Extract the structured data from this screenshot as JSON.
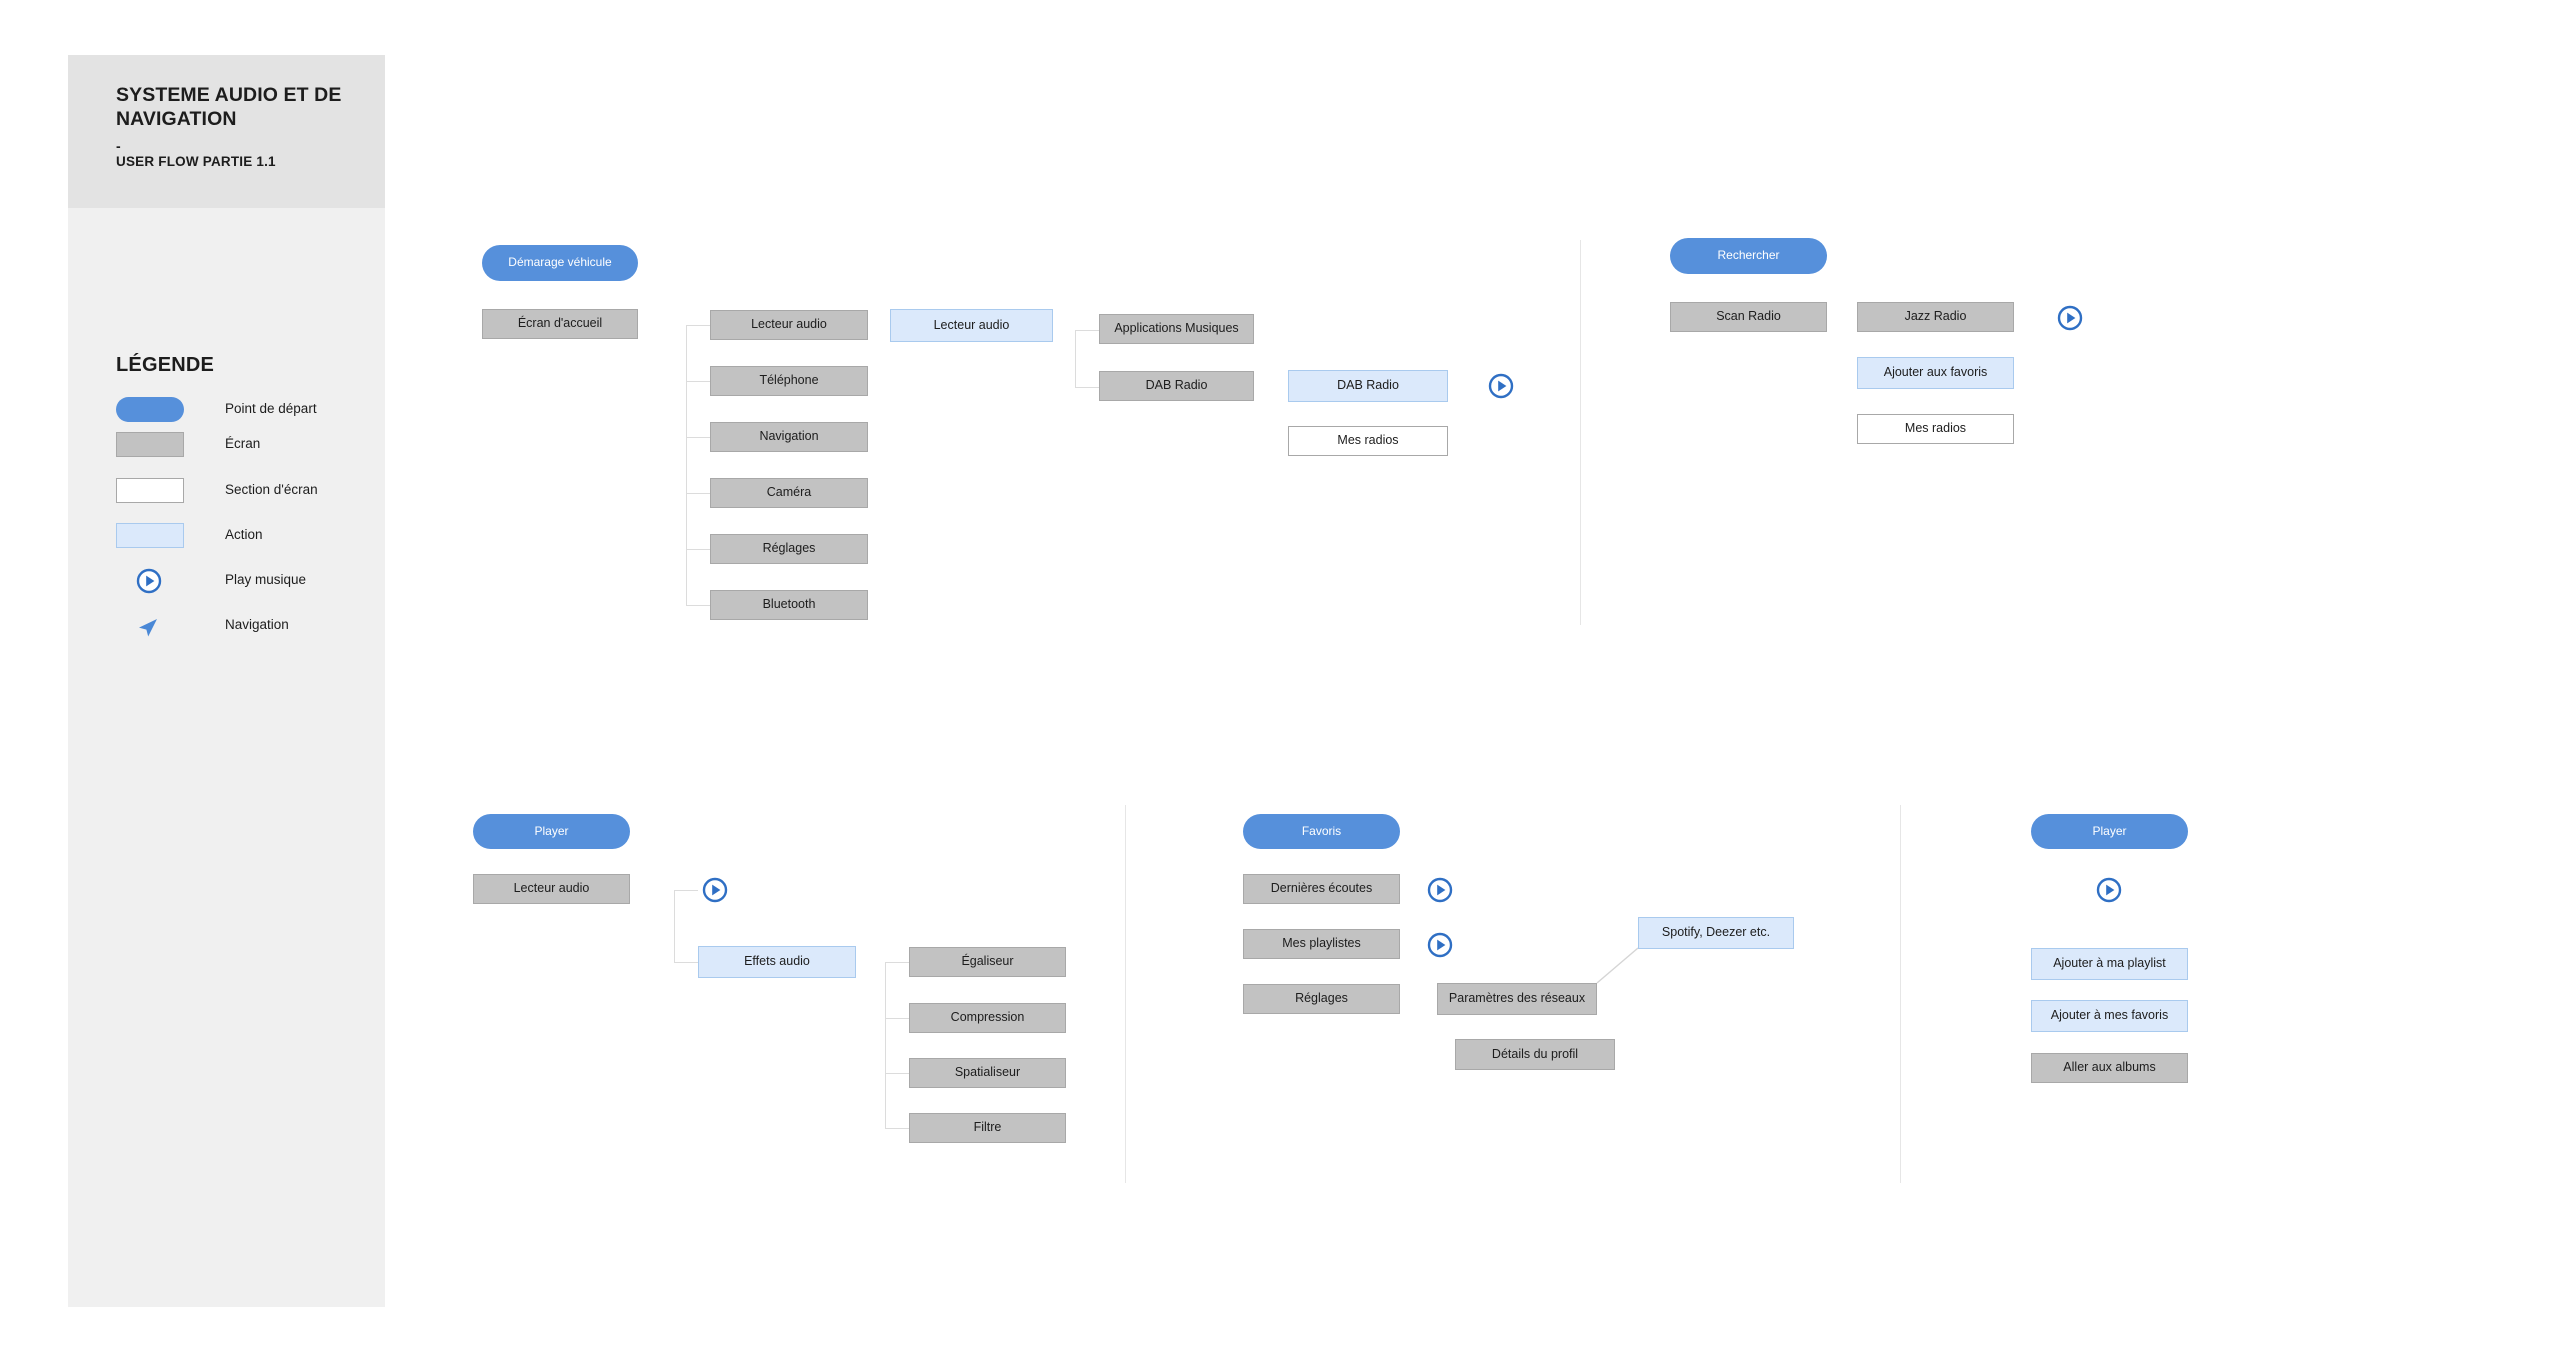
{
  "sidebar": {
    "title": "SYSTEME AUDIO ET DE NAVIGATION",
    "dash": "-",
    "subtitle": "USER FLOW PARTIE 1.1",
    "legend_title": "LÉGENDE",
    "legend": [
      {
        "label": "Point de départ",
        "swatch": "start-pill",
        "color": "#5690db"
      },
      {
        "label": "Écran",
        "swatch": "screen-box",
        "color": "#c2c2c2"
      },
      {
        "label": "Section d'écran",
        "swatch": "section-box",
        "color": "#ffffff"
      },
      {
        "label": "Action",
        "swatch": "action-box",
        "color": "#dbe9fb"
      },
      {
        "label": "Play musique",
        "swatch": "play-icon",
        "color": "#2f6fc4"
      },
      {
        "label": "Navigation",
        "swatch": "navigation-icon",
        "color": "#4a88d6"
      }
    ]
  },
  "flows": [
    {
      "name": "demarrage-vehicule",
      "start": "Démarage véhicule",
      "root": "Écran d'accueil",
      "menu": [
        "Lecteur audio",
        "Téléphone",
        "Navigation",
        "Caméra",
        "Réglages",
        "Bluetooth"
      ],
      "action": "Lecteur audio",
      "branch": [
        "Applications Musiques",
        "DAB Radio"
      ],
      "radio_action": "DAB Radio",
      "radio_section": "Mes radios"
    },
    {
      "name": "rechercher",
      "start": "Rechercher",
      "scan": "Scan Radio",
      "station": "Jazz Radio",
      "favorite_action": "Ajouter aux favoris",
      "section": "Mes radios"
    },
    {
      "name": "player-effets",
      "start": "Player",
      "root": "Lecteur audio",
      "action": "Effets audio",
      "effects": [
        "Égaliseur",
        "Compression",
        "Spatialiseur",
        "Filtre"
      ]
    },
    {
      "name": "favoris",
      "start": "Favoris",
      "items": [
        "Dernières écoutes",
        "Mes playlistes",
        "Réglages"
      ],
      "settings": [
        "Paramètres des réseaux",
        "Détails du profil"
      ],
      "services_action": "Spotify, Deezer etc."
    },
    {
      "name": "player-actions",
      "start": "Player",
      "actions": [
        "Ajouter à ma playlist",
        "Ajouter à mes favoris"
      ],
      "screen": "Aller aux albums"
    }
  ],
  "colors": {
    "accent": "#5690db",
    "screen": "#c2c2c2",
    "action_fill": "#dbe9fb",
    "action_border": "#a9caee",
    "connector": "#dcdcdc",
    "sidebar_bg": "#f0f0f0",
    "sidebar_header_bg": "#e3e3e3"
  }
}
